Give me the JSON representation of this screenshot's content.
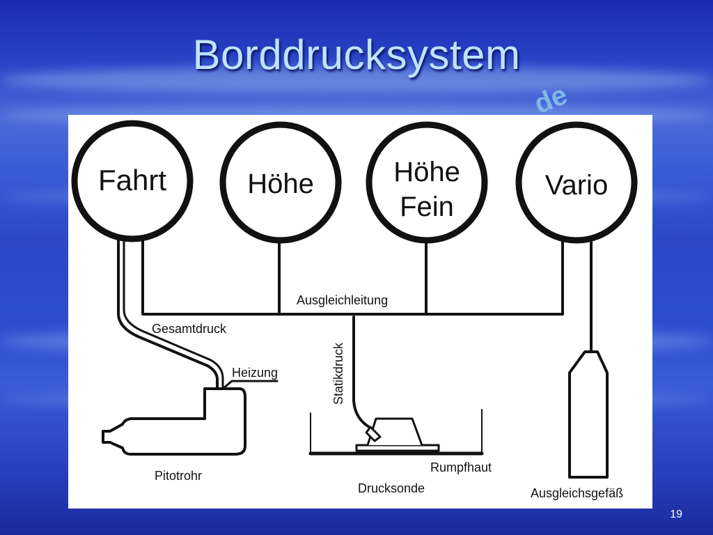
{
  "slide": {
    "title": "Borddrucksystem",
    "behind_text": "de",
    "page_number": "19"
  },
  "diagram": {
    "gauges": [
      {
        "line1": "Fahrt",
        "line2": ""
      },
      {
        "line1": "Höhe",
        "line2": ""
      },
      {
        "line1": "Höhe",
        "line2": "Fein"
      },
      {
        "line1": "Vario",
        "line2": ""
      }
    ],
    "labels": {
      "ausgleichleitung": "Ausgleichleitung",
      "gesamtdruck": "Gesamtdruck",
      "heizung": "Heizung",
      "statikdruck": "Statikdruck",
      "pitotrohr": "Pitotrohr",
      "rumpfhaut": "Rumpfhaut",
      "drucksonde": "Drucksonde",
      "ausgleichsgefass": "Ausgleichsgefäß"
    }
  },
  "colors": {
    "title": "#bfe3ff",
    "ink": "#111111"
  }
}
